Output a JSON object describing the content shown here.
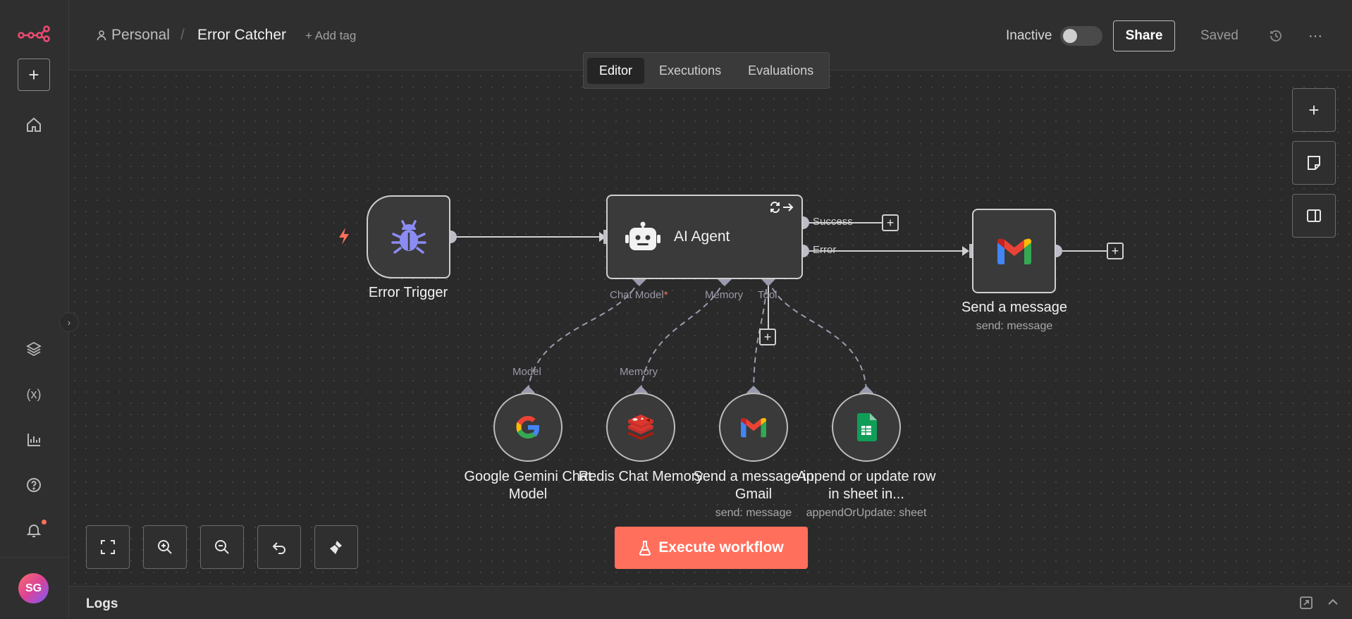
{
  "breadcrumb": {
    "owner": "Personal",
    "separator": "/",
    "workflow_name": "Error Catcher",
    "add_tag": "+ Add tag"
  },
  "tabs": [
    {
      "label": "Editor",
      "active": true
    },
    {
      "label": "Executions",
      "active": false
    },
    {
      "label": "Evaluations",
      "active": false
    }
  ],
  "header": {
    "status_label": "Inactive",
    "active": false,
    "share_label": "Share",
    "saved_label": "Saved"
  },
  "sidebar": {
    "avatar_initials": "SG",
    "notification_dot": true
  },
  "nodes": {
    "error_trigger": {
      "label": "Error Trigger"
    },
    "ai_agent": {
      "label": "AI Agent",
      "outputs": [
        "Success",
        "Error"
      ],
      "ports": [
        "Chat Model",
        "Memory",
        "Tool"
      ],
      "required_marker": "*"
    },
    "send_message": {
      "label": "Send a message",
      "sub": "send: message"
    },
    "gemini": {
      "label": "Google Gemini Chat Model",
      "port": "Model"
    },
    "redis": {
      "label": "Redis Chat Memory",
      "port": "Memory"
    },
    "gmail_tool": {
      "label": "Send a message in Gmail",
      "sub": "send: message"
    },
    "sheets_tool": {
      "label": "Append or update row in sheet in...",
      "sub": "appendOrUpdate: sheet"
    }
  },
  "execute_button": {
    "label": "Execute workflow"
  },
  "logs": {
    "title": "Logs"
  },
  "colors": {
    "accent": "#ff6f5c",
    "brand": "#ea4b71",
    "canvas": "#2a2a2a",
    "node_bg": "#3a3a3a"
  }
}
